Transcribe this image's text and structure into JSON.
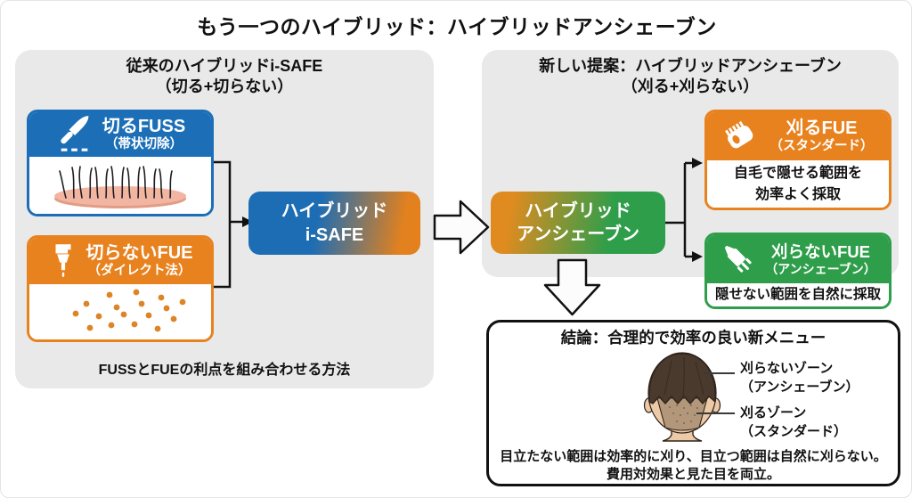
{
  "title": "もう一つのハイブリッド：ハイブリッドアンシェーブン",
  "colors": {
    "blue": "#1c6fb7",
    "orange": "#e8821e",
    "green": "#2f9e4a",
    "panel_gray": "#e9e9ea"
  },
  "left_panel": {
    "heading_line1": "従来のハイブリッドi-SAFE",
    "heading_line2": "（切る+切らない）",
    "fuss_box": {
      "title": "切るFUSS",
      "subtitle": "（帯状切除）",
      "icon": "scalpel-icon"
    },
    "fue_box": {
      "title": "切らないFUE",
      "subtitle": "（ダイレクト法）",
      "icon": "punch-icon"
    },
    "result_box": {
      "line1": "ハイブリッド",
      "line2": "i-SAFE"
    },
    "caption": "FUSSとFUEの利点を組み合わせる方法"
  },
  "right_panel": {
    "heading_line1": "新しい提案：ハイブリッドアンシェーブン",
    "heading_line2": "（刈る+刈らない）",
    "result_box": {
      "line1": "ハイブリッド",
      "line2": "アンシェーブン"
    },
    "shaven_fue_box": {
      "title": "刈るFUE",
      "subtitle": "（スタンダード）",
      "desc_line1": "自毛で隠せる範囲を",
      "desc_line2": "効率よく採取",
      "icon": "clipper-icon"
    },
    "unshaven_fue_box": {
      "title": "刈らないFUE",
      "subtitle": "（アンシェーブン）",
      "desc": "隠せない範囲を自然に採取",
      "icon": "implanter-pen-icon"
    }
  },
  "conclusion": {
    "title": "結論：合理的で効率の良い新メニュー",
    "unshaven_zone_label_line1": "刈らないゾーン",
    "unshaven_zone_label_line2": "（アンシェーブン）",
    "shaven_zone_label_line1": "刈るゾーン",
    "shaven_zone_label_line2": "（スタンダード）",
    "note_line1": "目立たない範囲は効率的に刈り、目立つ範囲は自然に刈らない。",
    "note_line2": "費用対効果と見た目を両立。"
  }
}
